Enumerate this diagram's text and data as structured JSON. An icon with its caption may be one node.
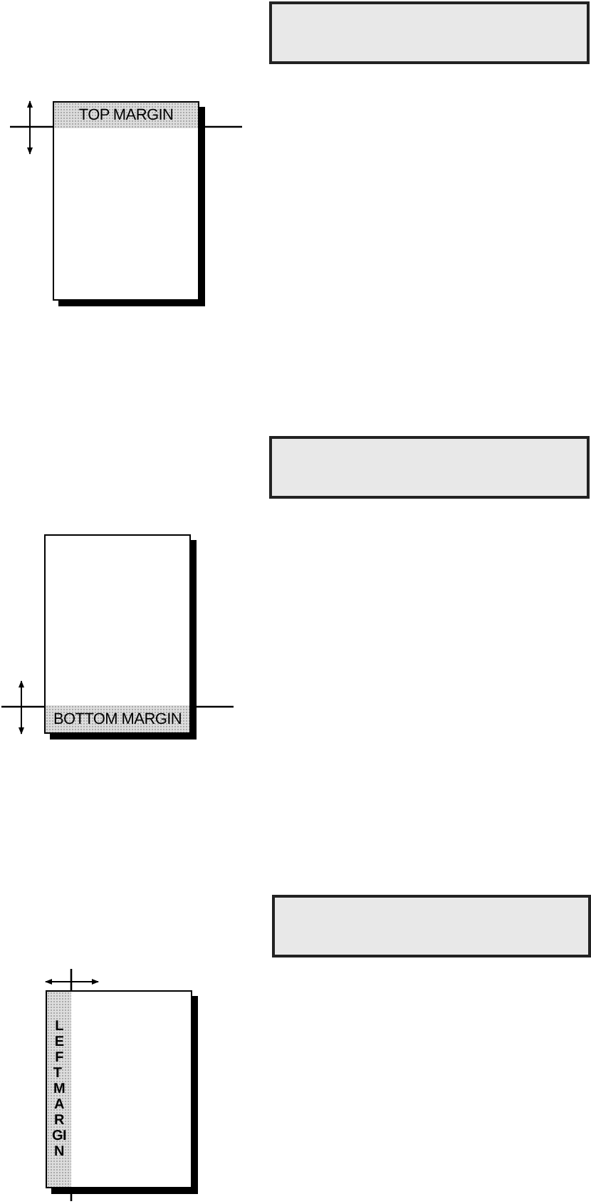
{
  "diagram": {
    "nodes": [
      {
        "text": [],
        "shape": "box"
      },
      {
        "text": [
          "TOP MARGIN"
        ]
      },
      {
        "text": [],
        "shape": "box"
      },
      {
        "text": [
          "BOTTOM MARGIN"
        ]
      },
      {
        "text": [],
        "shape": "box"
      },
      {
        "text": [
          "LEFT MARGIN"
        ]
      }
    ]
  }
}
